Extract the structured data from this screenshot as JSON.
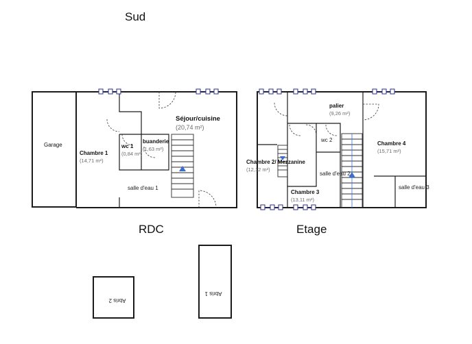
{
  "orientation": "Sud",
  "floors": {
    "rdc": "RDC",
    "etage": "Etage"
  },
  "rdc_rooms": {
    "garage": "Garage",
    "chambre1": "Chambre 1",
    "chambre1_area": "(14,71 m²)",
    "wc1": "wc 1",
    "wc1_area": "(0,84 m²)",
    "buanderie": "buanderie",
    "buanderie_area": "(1,63 m²)",
    "sejour": "Séjour/cuisine",
    "sejour_area": "(20,74 m²)",
    "salle_eau1": "salle d'eau 1"
  },
  "etage_rooms": {
    "palier": "palier",
    "palier_area": "(9,26 m²)",
    "chambre2": "Chambre 2/ Mezzanine",
    "chambre2_area": "(12,12 m²)",
    "wc2": "wc 2",
    "salle_eau2": "salle d'eau 2",
    "chambre3": "Chambre 3",
    "chambre3_area": "(13,11 m²)",
    "chambre4": "Chambre 4",
    "chambre4_area": "(15,71 m²)",
    "salle_eau3": "salle d'eau 3"
  },
  "outbuildings": {
    "abris1": "Abris 1",
    "abris2": "Abris 2"
  },
  "colors": {
    "walls": "#1a1a1a",
    "windows": "#2d2d8a",
    "stair_arrow": "#3a6fd0",
    "area_text": "#6a6a6a"
  }
}
